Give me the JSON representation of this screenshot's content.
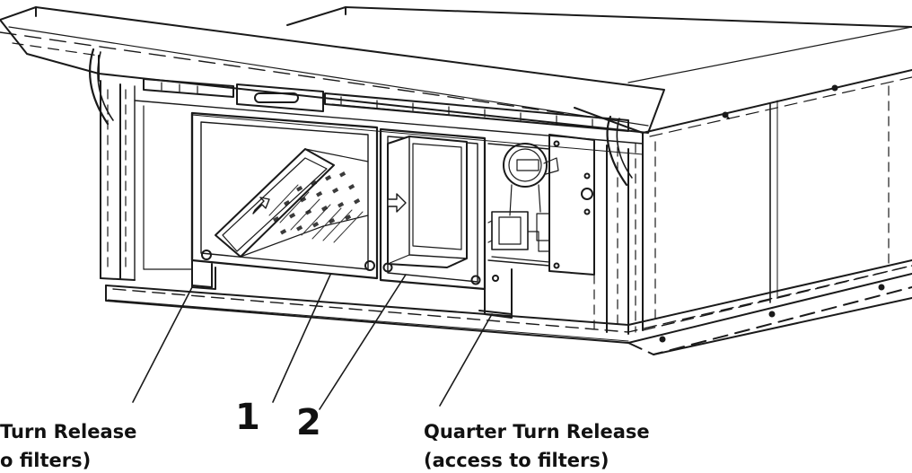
{
  "labels": {
    "left_release_line1": "Turn Release",
    "left_release_line2": "o filters)",
    "right_release_line1": "Quarter Turn Release",
    "right_release_line2": "(access to filters)",
    "callout_1": "1",
    "callout_2": "2"
  },
  "colors": {
    "stroke": "#1a1a1a",
    "background": "#ffffff"
  }
}
